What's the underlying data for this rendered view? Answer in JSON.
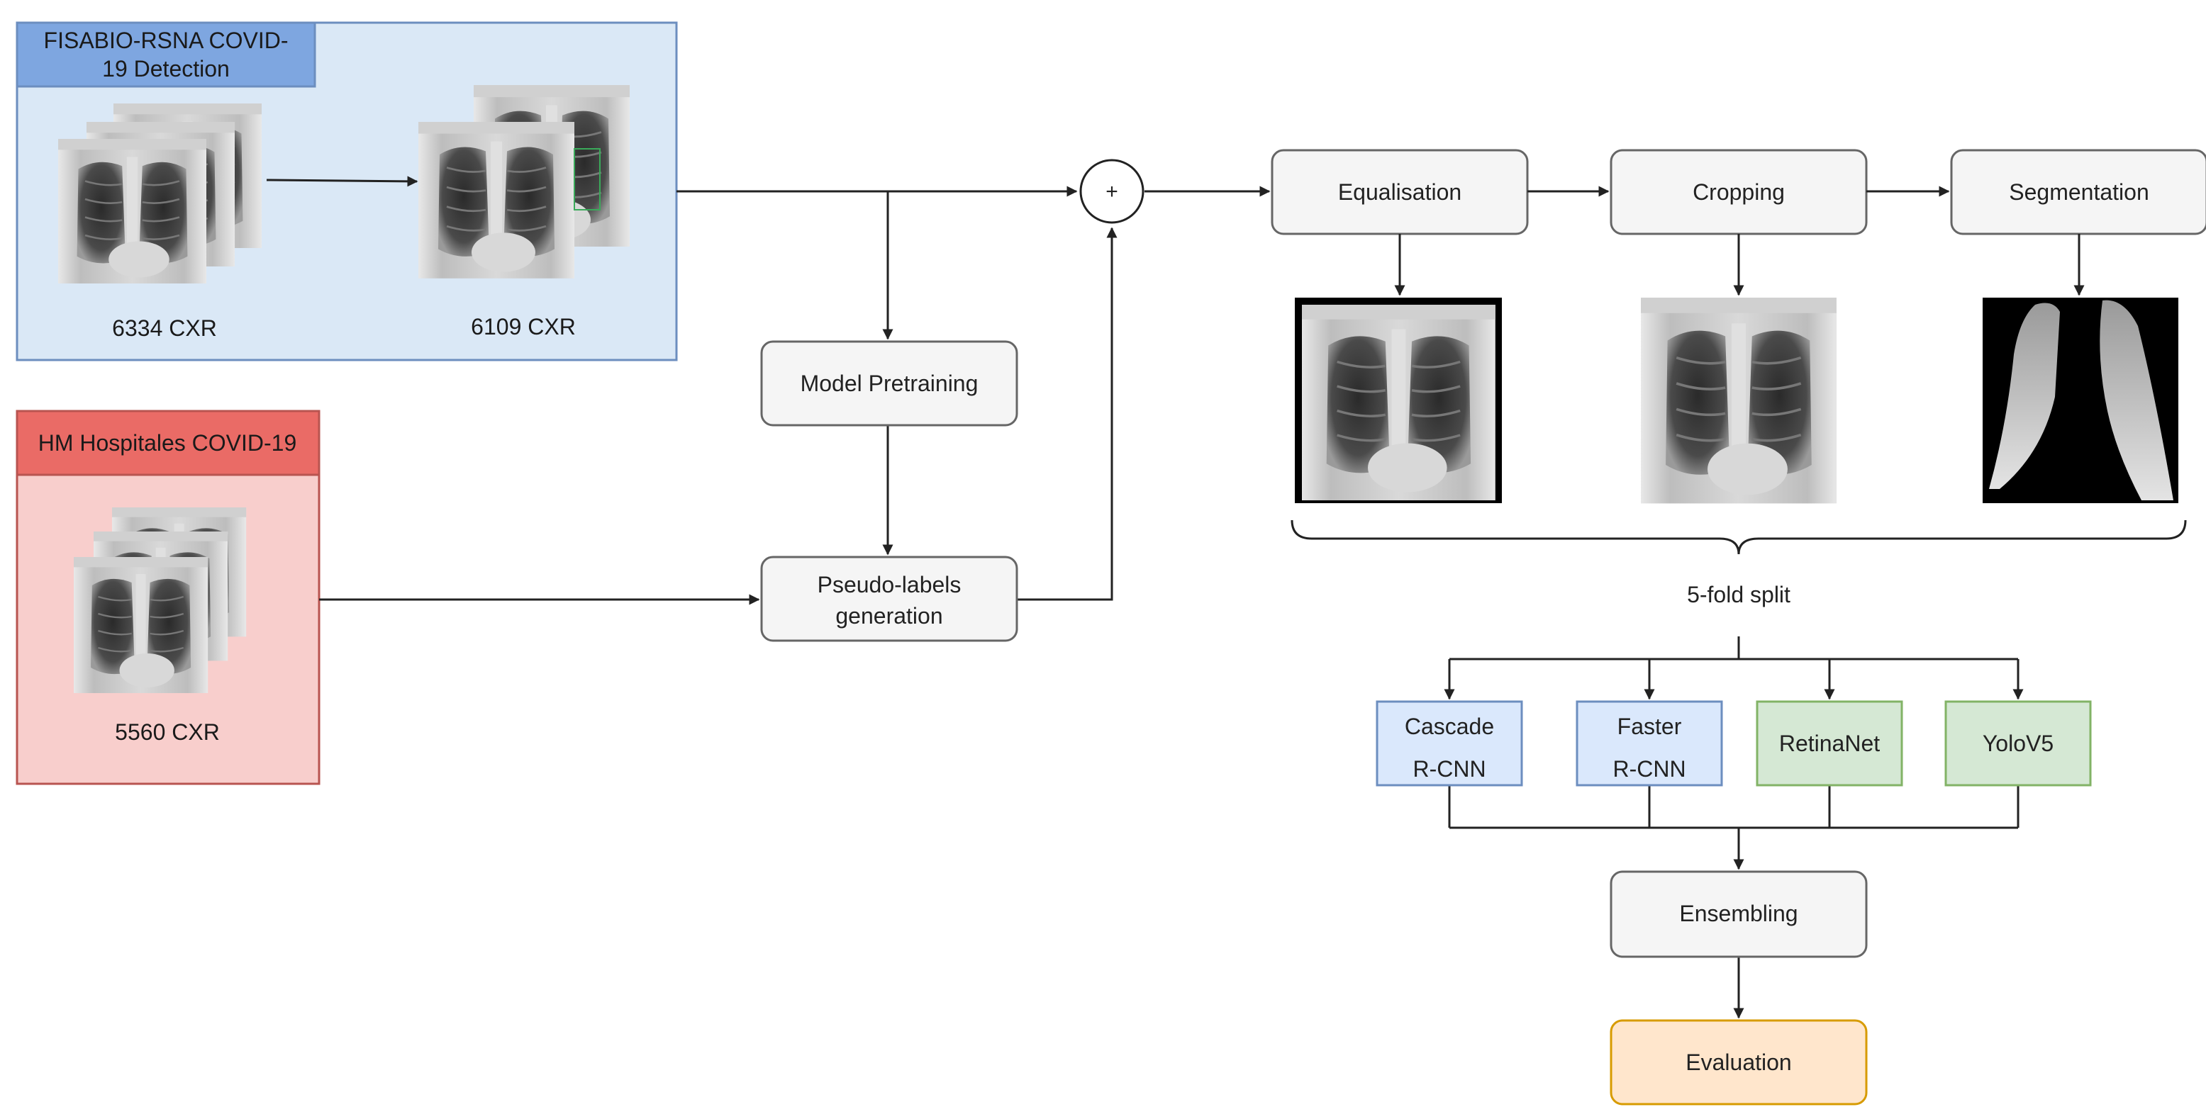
{
  "datasets": {
    "fisabio": {
      "title_line1": "FISABIO-RSNA COVID-",
      "title_line2": "19 Detection",
      "count_raw": "6334 CXR",
      "count_filtered": "6109 CXR"
    },
    "hm": {
      "title": "HM Hospitales COVID-19",
      "count": "5560 CXR"
    }
  },
  "pretraining": {
    "model_pretraining": "Model Pretraining",
    "pseudo_line1": "Pseudo-labels",
    "pseudo_line2": "generation"
  },
  "merge_symbol": "+",
  "preprocessing": {
    "equalisation": "Equalisation",
    "cropping": "Cropping",
    "segmentation": "Segmentation"
  },
  "split_label": "5-fold split",
  "models": {
    "cascade_line1": "Cascade",
    "cascade_line2": "R-CNN",
    "faster_line1": "Faster",
    "faster_line2": "R-CNN",
    "retinanet": "RetinaNet",
    "yolov5": "YoloV5"
  },
  "ensembling": "Ensembling",
  "evaluation": "Evaluation",
  "colors": {
    "blue_panel_fill": "#dae8f6",
    "blue_panel_stroke": "#6c8ebf",
    "blue_header_fill": "#7ea6e0",
    "red_panel_fill": "#f8cecc",
    "red_panel_stroke": "#b85450",
    "red_header_fill": "#ea6b66",
    "gray_fill": "#f5f5f5",
    "gray_stroke": "#666666",
    "blue_model_fill": "#dae8fc",
    "blue_model_stroke": "#6c8ebf",
    "green_model_fill": "#d5e8d4",
    "green_model_stroke": "#82b366",
    "orange_fill": "#ffe6cc",
    "orange_stroke": "#d79b00",
    "arrow": "#222222"
  }
}
